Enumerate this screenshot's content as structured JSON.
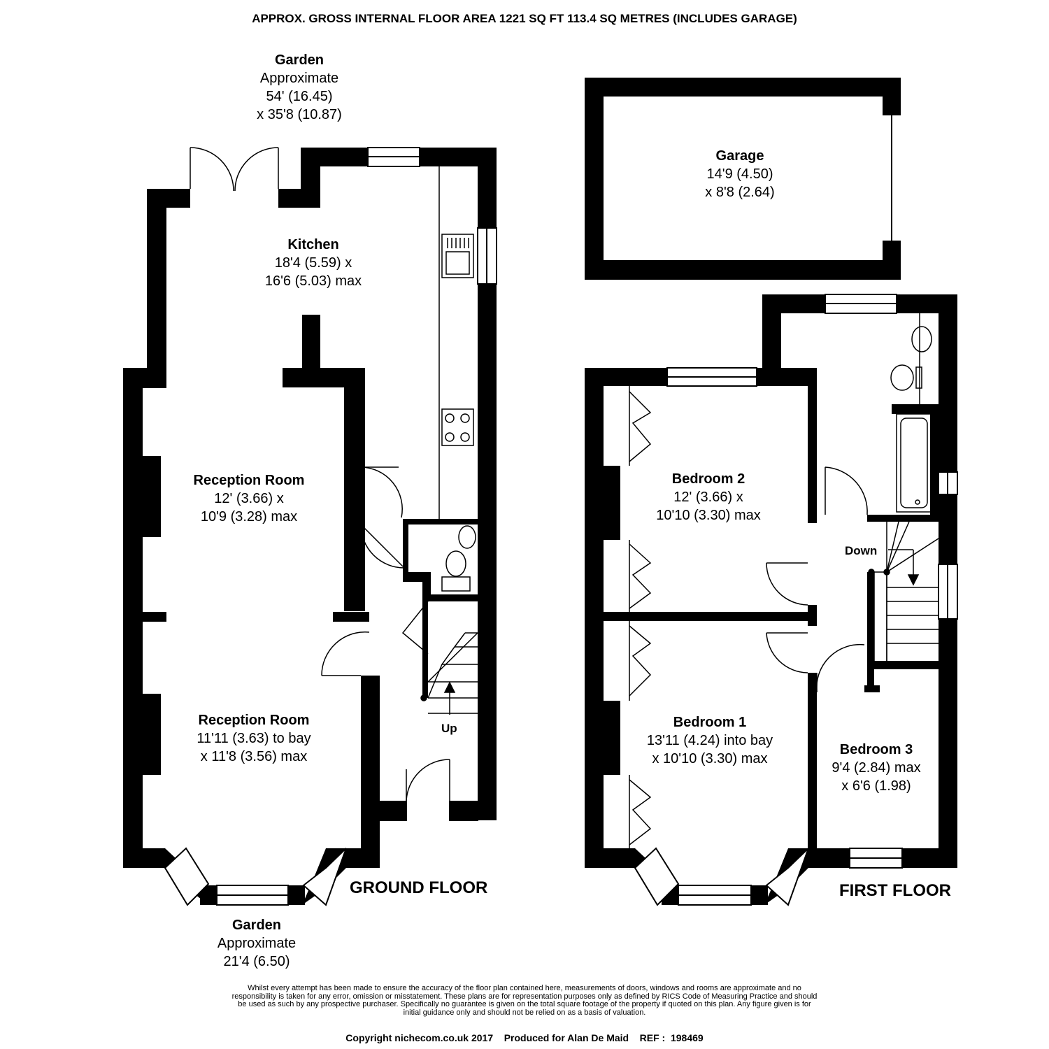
{
  "header": "APPROX. GROSS INTERNAL FLOOR AREA 1221 SQ FT 113.4 SQ METRES (INCLUDES GARAGE)",
  "garden_rear": {
    "name": "Garden",
    "line1": "Approximate",
    "line2": "54' (16.45)",
    "line3": "x 35'8 (10.87)"
  },
  "garden_front": {
    "name": "Garden",
    "line1": "Approximate",
    "line2": "21'4 (6.50)"
  },
  "ground_floor": {
    "title": "GROUND FLOOR",
    "kitchen": {
      "name": "Kitchen",
      "line1": "18'4 (5.59) x",
      "line2": "16'6 (5.03) max"
    },
    "reception1": {
      "name": "Reception Room",
      "line1": "12' (3.66) x",
      "line2": "10'9 (3.28) max"
    },
    "reception2": {
      "name": "Reception Room",
      "line1": "11'11 (3.63) to bay",
      "line2": "x 11'8 (3.56) max"
    },
    "stairs_label": "Up"
  },
  "garage": {
    "name": "Garage",
    "line1": "14'9 (4.50)",
    "line2": "x 8'8 (2.64)"
  },
  "first_floor": {
    "title": "FIRST FLOOR",
    "bedroom2": {
      "name": "Bedroom 2",
      "line1": "12' (3.66) x",
      "line2": "10'10 (3.30) max"
    },
    "bedroom1": {
      "name": "Bedroom 1",
      "line1": "13'11 (4.24) into bay",
      "line2": "x 10'10 (3.30) max"
    },
    "bedroom3": {
      "name": "Bedroom 3",
      "line1": "9'4 (2.84) max",
      "line2": "x 6'6 (1.98)"
    },
    "stairs_label": "Down"
  },
  "disclaimer": "Whilst every attempt has been made to ensure the accuracy of the floor plan contained here, measurements of doors, windows and rooms are approximate and no responsibility is taken for any error, omission or misstatement. These plans are for representation purposes only as defined by RICS Code of Measuring Practice and should be used as such by any prospective purchaser. Specifically no guarantee is given on the total square footage of the property if quoted on this plan. Any figure given is for initial guidance only and should not be relied on as a basis of valuation.",
  "copyright": "Copyright nichecom.co.uk 2017    Produced for Alan De Maid    REF :  198469"
}
